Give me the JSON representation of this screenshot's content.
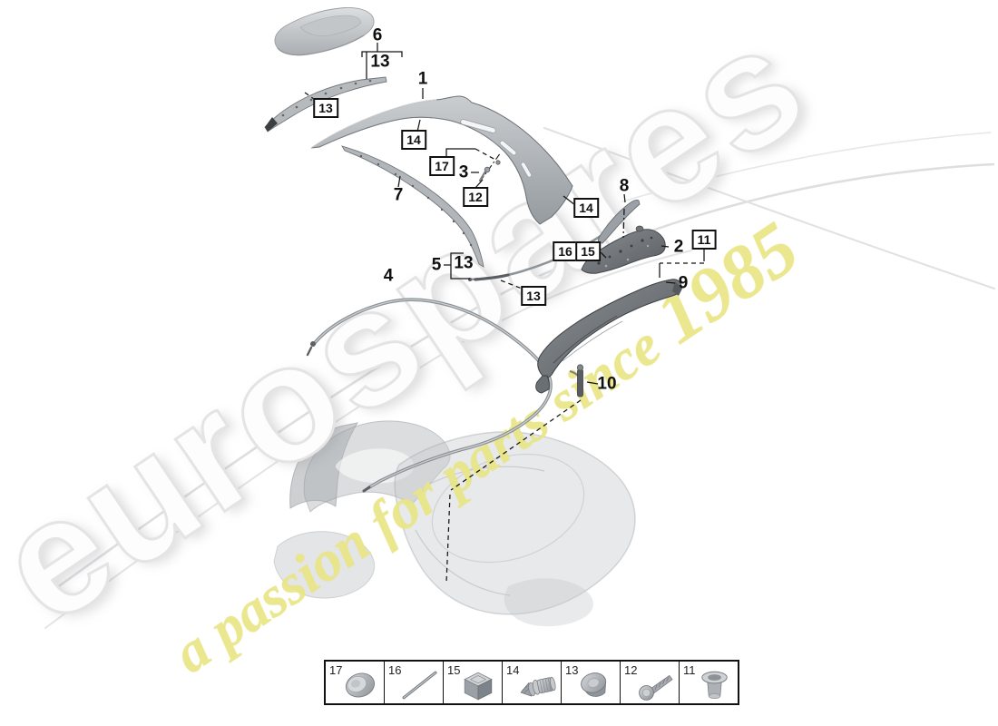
{
  "watermark": {
    "brand": "eurospares",
    "slogan": "a passion for parts since",
    "year": "1985",
    "slogan_color": "#e9e688",
    "brand_outline_color": "#e4e4e4"
  },
  "callouts": {
    "plain": [
      {
        "label": "1"
      },
      {
        "label": "2"
      },
      {
        "label": "3"
      },
      {
        "label": "4"
      },
      {
        "label": "5"
      },
      {
        "label": "6"
      },
      {
        "label": "7"
      },
      {
        "label": "8"
      },
      {
        "label": "9"
      },
      {
        "label": "10"
      }
    ],
    "sub13_under_6": {
      "label": "13"
    },
    "sub13_by_5": {
      "label": "13"
    },
    "boxed": [
      {
        "label": "13"
      },
      {
        "label": "14"
      },
      {
        "label": "17"
      },
      {
        "label": "12"
      },
      {
        "label": "14"
      },
      {
        "label": "16"
      },
      {
        "label": "15"
      },
      {
        "label": "13"
      },
      {
        "label": "11"
      }
    ]
  },
  "legend": {
    "items": [
      {
        "number": "17",
        "icon": "cap-plug-icon"
      },
      {
        "number": "16",
        "icon": "rod-pin-icon"
      },
      {
        "number": "15",
        "icon": "cube-block-icon"
      },
      {
        "number": "14",
        "icon": "threaded-stud-icon"
      },
      {
        "number": "13",
        "icon": "grommet-clip-icon"
      },
      {
        "number": "12",
        "icon": "pan-head-screw-icon"
      },
      {
        "number": "11",
        "icon": "rivet-nut-icon"
      }
    ]
  }
}
